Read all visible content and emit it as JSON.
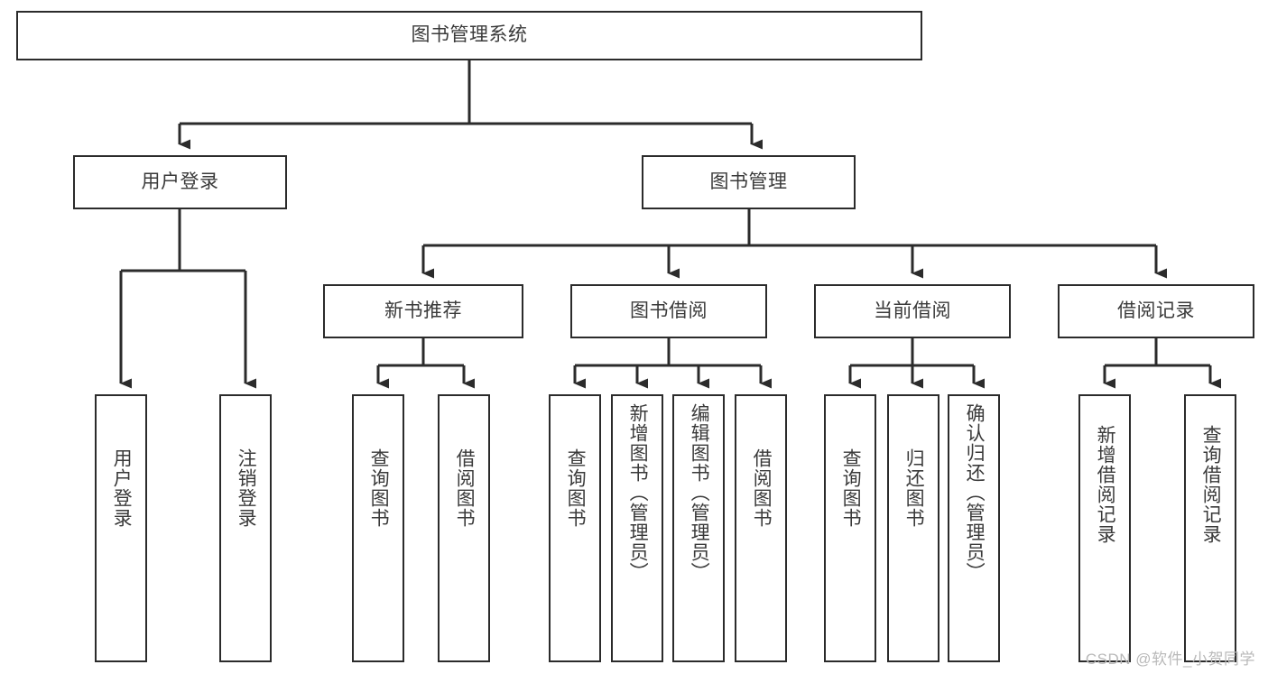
{
  "diagram": {
    "type": "tree-hierarchy",
    "title": "图书管理系统",
    "orientation": "top-down",
    "colors": {
      "box_border": "#2b2b2b",
      "box_fill": "#ffffff",
      "connector": "#2b2b2b",
      "text": "#3a3a3a",
      "watermark": "#b9b9b9",
      "background": "#ffffff"
    },
    "levels": {
      "root": {
        "label": "图书管理系统"
      },
      "level2": [
        {
          "label": "用户登录"
        },
        {
          "label": "图书管理"
        }
      ],
      "level3": [
        {
          "label": "新书推荐"
        },
        {
          "label": "图书借阅"
        },
        {
          "label": "当前借阅"
        },
        {
          "label": "借阅记录"
        }
      ],
      "leaves": [
        {
          "label": "用户登录",
          "parent": "用户登录"
        },
        {
          "label": "注销登录",
          "parent": "用户登录"
        },
        {
          "label": "查询图书",
          "parent": "新书推荐"
        },
        {
          "label": "借阅图书",
          "parent": "新书推荐"
        },
        {
          "label": "查询图书",
          "parent": "图书借阅"
        },
        {
          "label": "新增图书（管理员）",
          "parent": "图书借阅"
        },
        {
          "label": "编辑图书（管理员）",
          "parent": "图书借阅"
        },
        {
          "label": "借阅图书",
          "parent": "图书借阅"
        },
        {
          "label": "查询图书",
          "parent": "当前借阅"
        },
        {
          "label": "归还图书",
          "parent": "当前借阅"
        },
        {
          "label": "确认归还（管理员）",
          "parent": "当前借阅"
        },
        {
          "label": "新增借阅记录",
          "parent": "借阅记录"
        },
        {
          "label": "查询借阅记录",
          "parent": "借阅记录"
        }
      ]
    },
    "watermark": "CSDN @软件_小贺同学"
  }
}
